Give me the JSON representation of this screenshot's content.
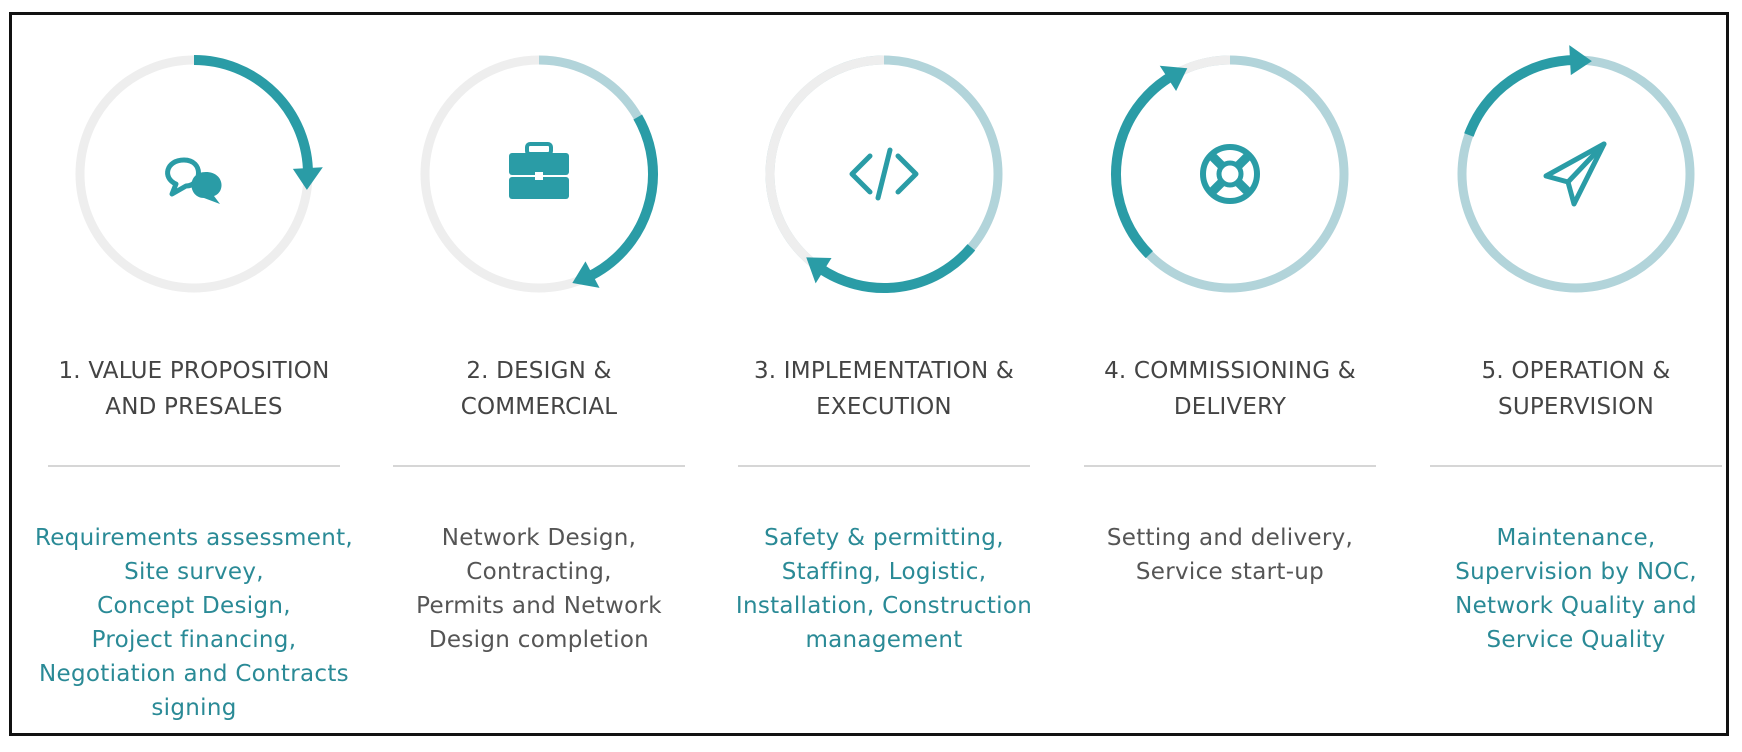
{
  "colors": {
    "accent": "#2a9ca6",
    "track_light": "#eeeeee",
    "track_medium": "#b2d4da",
    "title": "#444444",
    "text_gray": "#555555"
  },
  "stages": [
    {
      "icon": "chat-bubbles-icon",
      "title_lines": [
        "1. VALUE PROPOSITION",
        "AND PRESALES"
      ],
      "desc_lines": [
        "Requirements assessment,",
        "Site survey,",
        "Concept Design,",
        "Project financing,",
        "Negotiation and Contracts",
        "signing"
      ],
      "desc_color": "#2a8a96",
      "track_color": "#eeeeee",
      "arc_start_deg": 0,
      "arc_end_deg": 90,
      "arrow_at": "end"
    },
    {
      "icon": "briefcase-icon",
      "title_lines": [
        "2. DESIGN &",
        "COMMERCIAL"
      ],
      "desc_lines": [
        "Network Design,",
        "Contracting,",
        "Permits and Network",
        "Design completion"
      ],
      "desc_color": "#555555",
      "track_color": "#eeeeee",
      "upper_track_color": "#b2d4da",
      "arc_start_deg": 60,
      "arc_end_deg": 155,
      "arrow_at": "end"
    },
    {
      "icon": "code-icon",
      "title_lines": [
        "3. IMPLEMENTATION &",
        "EXECUTION"
      ],
      "desc_lines": [
        "Safety & permitting,",
        "Staffing, Logistic,",
        "Installation, Construction",
        "management"
      ],
      "desc_color": "#2a8a96",
      "track_color": "#b2d4da",
      "left_track_color": "#eeeeee",
      "arc_start_deg": 130,
      "arc_end_deg": 215,
      "arrow_at": "end"
    },
    {
      "icon": "lifebuoy-icon",
      "title_lines": [
        "4. COMMISSIONING &",
        "DELIVERY"
      ],
      "desc_lines": [
        "Setting and delivery,",
        "Service start-up"
      ],
      "desc_color": "#555555",
      "track_color": "#b2d4da",
      "top_track_color": "#eeeeee",
      "arc_start_deg": 225,
      "arc_end_deg": 330,
      "arrow_at": "end"
    },
    {
      "icon": "paper-plane-icon",
      "title_lines": [
        "5. OPERATION &",
        "SUPERVISION"
      ],
      "desc_lines": [
        "Maintenance,",
        "Supervision by NOC,",
        "Network Quality and",
        "Service Quality"
      ],
      "desc_color": "#2a8a96",
      "track_color": "#b2d4da",
      "arc_start_deg": 290,
      "arc_end_deg": 360,
      "arrow_at": "end"
    }
  ]
}
